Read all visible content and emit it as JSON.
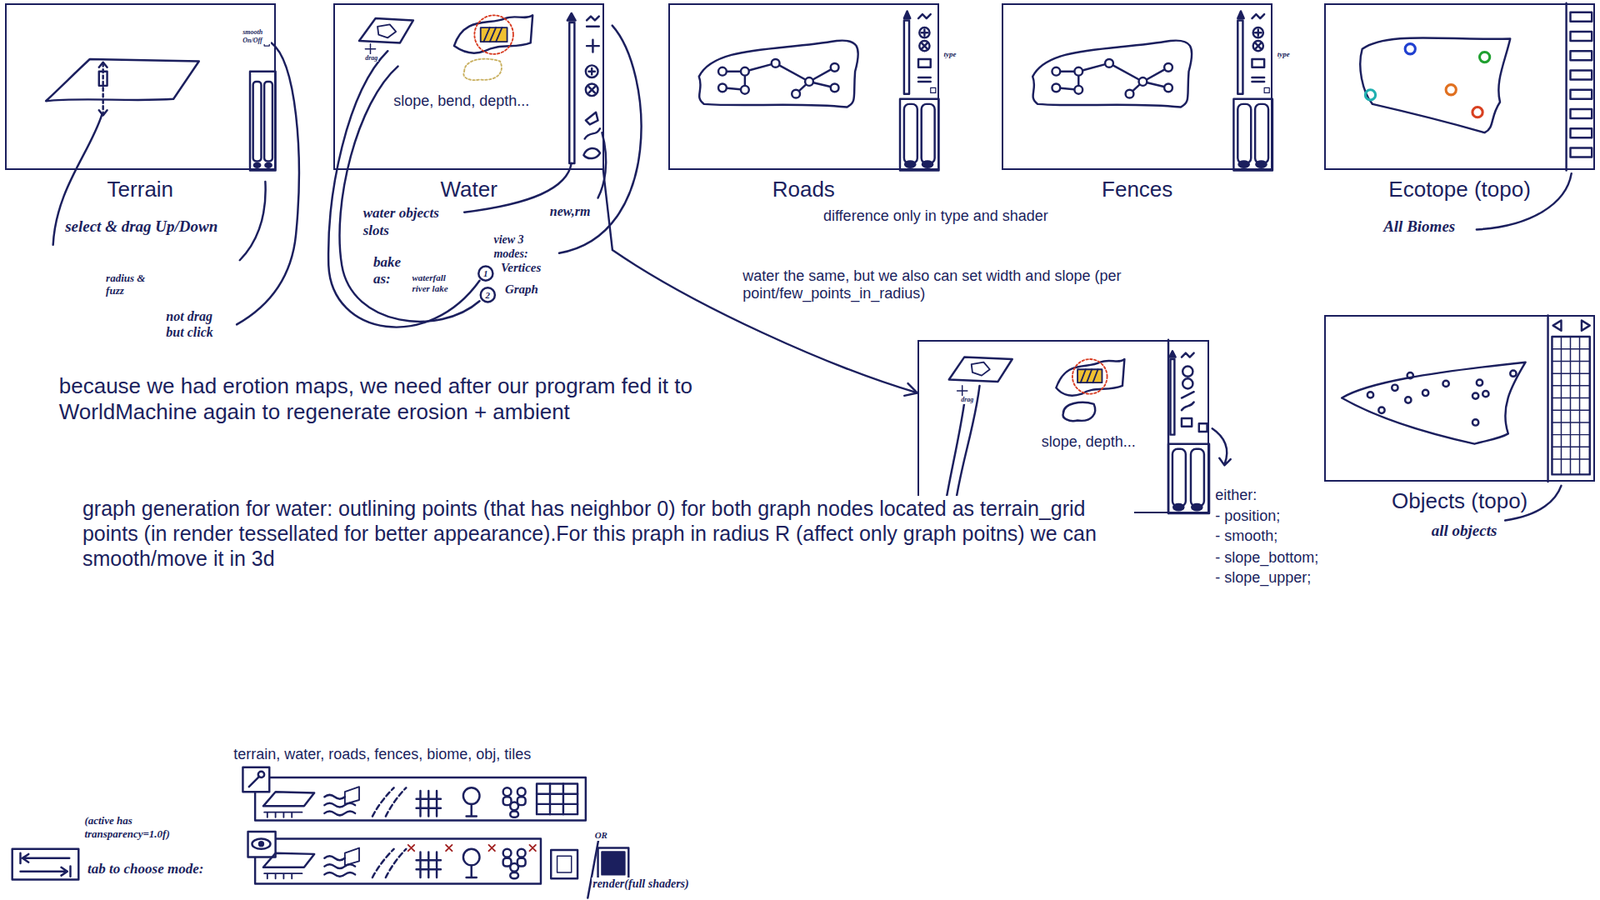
{
  "diagram": {
    "nodes": [
      {
        "text": [
          "Terrain"
        ]
      },
      {
        "text": [
          "Water",
          "slope, bend, depth..."
        ]
      },
      {
        "text": [
          "Roads"
        ]
      },
      {
        "text": [
          "Fences"
        ]
      },
      {
        "text": [
          "Ecotope (topo)"
        ]
      },
      {
        "text": [
          "slope, depth..."
        ]
      },
      {
        "text": [
          "Objects (topo)"
        ]
      }
    ],
    "edges": [
      {
        "from": 1,
        "to": 5,
        "arrow": "to"
      }
    ],
    "labels": [
      "select & drag Up/Down",
      "radius & fuzz",
      "not drag but click",
      "water objects slots",
      "bake as:",
      "waterfall river lake",
      "view 3 modes:",
      "1",
      "Vertices",
      "2",
      "Graph",
      "new,rm",
      "difference only in type and shader",
      "water the same, but we also can set width and slope (per point/few_points_in_radius)",
      "All Biomes",
      "because we had erotion maps, we need after our program fed it to WorldMachine again to regenerate erosion + ambient",
      "graph generation for water: outlining points (that has neighbor 0) for both graph nodes located as terrain_grid points (in render tessellated for better appearance).For this praph in radius R (affect only graph poitns) we can smooth/move it in 3d",
      "either:",
      "- position;",
      "- smooth;",
      "- slope_bottom;",
      "- slope_upper;",
      "all objects",
      "terrain, water, roads, fences, biome, obj, tiles",
      "(active has transparency=1.0f)",
      "tab to choose mode:",
      "OR",
      "render(full shaders)",
      "drag",
      "drag",
      "smooth On/Off",
      "type",
      "type"
    ]
  }
}
